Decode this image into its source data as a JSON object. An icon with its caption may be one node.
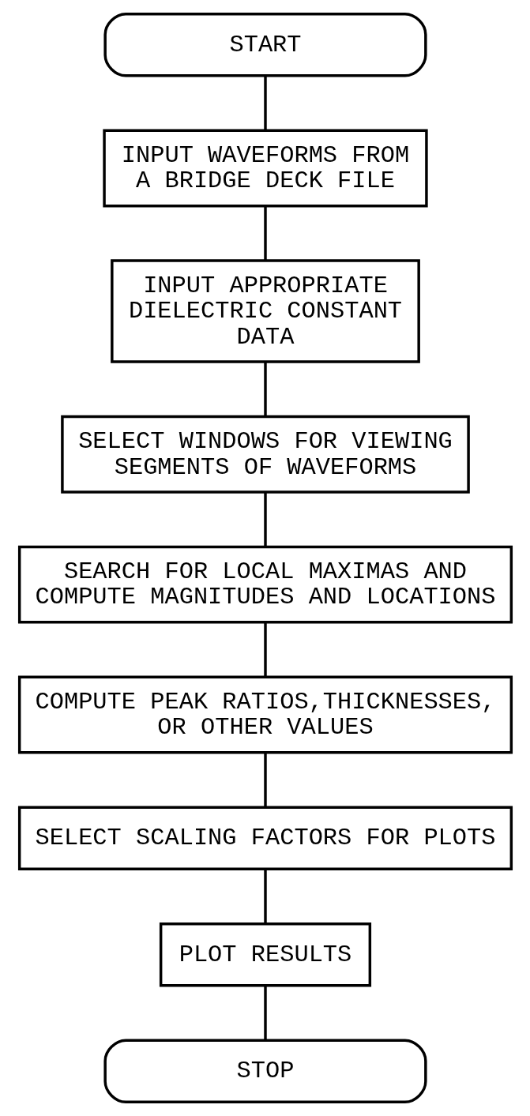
{
  "diagram": {
    "nodes": [
      {
        "text": [
          "START"
        ]
      },
      {
        "text": [
          "INPUT WAVEFORMS FROM A BRIDGE DECK FILE"
        ]
      },
      {
        "text": [
          "INPUT APPROPRIATE DIELECTRIC CONSTANT DATA"
        ]
      },
      {
        "text": [
          "SELECT WINDOWS FOR VIEWING SEGMENTS OF WAVEFORMS"
        ]
      },
      {
        "text": [
          "SEARCH FOR LOCAL MAXIMAS AND COMPUTE MAGNITUDES AND LOCATIONS"
        ]
      },
      {
        "text": [
          "COMPUTE PEAK RATIOS,THICKNESSES, OR OTHER VALUES"
        ]
      },
      {
        "text": [
          "SELECT SCALING FACTORS FOR PLOTS"
        ]
      },
      {
        "text": [
          "PLOT RESULTS"
        ]
      },
      {
        "text": [
          "STOP"
        ]
      }
    ],
    "edges": [
      {
        "from": 0,
        "to": 1,
        "arrow": "none"
      },
      {
        "from": 1,
        "to": 2,
        "arrow": "none"
      },
      {
        "from": 2,
        "to": 3,
        "arrow": "none"
      },
      {
        "from": 3,
        "to": 4,
        "arrow": "none"
      },
      {
        "from": 4,
        "to": 5,
        "arrow": "none"
      },
      {
        "from": 5,
        "to": 6,
        "arrow": "none"
      },
      {
        "from": 6,
        "to": 7,
        "arrow": "none"
      },
      {
        "from": 7,
        "to": 8,
        "arrow": "none"
      }
    ]
  }
}
